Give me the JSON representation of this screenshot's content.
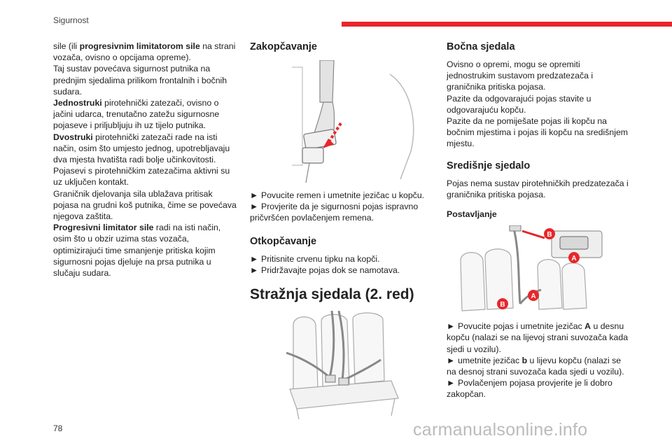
{
  "header": {
    "section": "Sigurnost",
    "accent_color": "#e8262a"
  },
  "col1": {
    "p1_a": "sile (ili ",
    "p1_b": "progresivnim limitatorom sile",
    "p1_c": " na strani vozača, ovisno o opcijama opreme).",
    "p2": "Taj sustav povećava sigurnost putnika na prednjim sjedalima prilikom frontalnih i bočnih sudara.",
    "p3_b": "Jednostruki",
    "p3": " pirotehnički zatezači, ovisno o jačini udarca, trenutačno zatežu sigurnosne pojaseve i priljubljuju ih uz tijelo putnika.",
    "p4_b": "Dvostruki",
    "p4": " pirotehnički zatezači rade na isti način, osim što umjesto jednog, upotrebljavaju dva mjesta hvatišta radi bolje učinkovitosti.",
    "p5": "Pojasevi s pirotehničkim zatezačima aktivni su uz uključen kontakt.",
    "p6": "Graničnik djelovanja sila ublažava pritisak pojasa na grudni koš putnika, čime se povećava njegova zaštita.",
    "p7_b": "Progresivni limitator sile",
    "p7": " radi na isti način, osim što u obzir uzima stas vozača, optimizirajući time smanjenje pritiska kojim sigurnosni pojas djeluje na prsa putnika u slučaju sudara."
  },
  "col2": {
    "h_fasten": "Zakopčavanje",
    "fasten_items": [
      "Povucite remen i umetnite jezičac u kopču.",
      "Provjerite da je sigurnosni pojas ispravno pričvršćen povlačenjem remena."
    ],
    "h_unfasten": "Otkopčavanje",
    "unfasten_items": [
      "Pritisnite crvenu tipku na kopči.",
      "Pridržavajte pojas dok se namotava."
    ],
    "h_rear": "Stražnja sjedala (2. red)"
  },
  "col3": {
    "h_side": "Bočna sjedala",
    "side_p1": "Ovisno o opremi, mogu se opremiti jednostrukim sustavom predzatezača i graničnika pritiska pojasa.",
    "side_p2": "Pazite da odgovarajući pojas stavite u odgovarajuću kopču.",
    "side_p3": "Pazite da ne pomiješate pojas ili kopču na bočnim mjestima i pojas ili kopču na središnjem mjestu.",
    "h_center": "Središnje sjedalo",
    "center_p": "Pojas nema sustav pirotehničkih predzatezača i graničnika pritiska pojasa.",
    "h_install": "Postavljanje",
    "label_a": "A",
    "label_b": "B",
    "install_1a": "Povucite pojas i umetnite jezičac ",
    "install_1b": "A",
    "install_1c": " u desnu kopču (nalazi se na lijevoj strani suvozača kada sjedi u vozilu).",
    "install_2a": "umetnite jezičac ",
    "install_2b": "b",
    "install_2c": " u lijevu kopču (nalazi se na desnoj strani suvozača kada sjedi u vozilu).",
    "install_3": "Povlačenjem pojasa provjerite je li dobro zakopčan."
  },
  "arrow": "►",
  "page_number": "78",
  "watermark": "carmanualsonline.info"
}
